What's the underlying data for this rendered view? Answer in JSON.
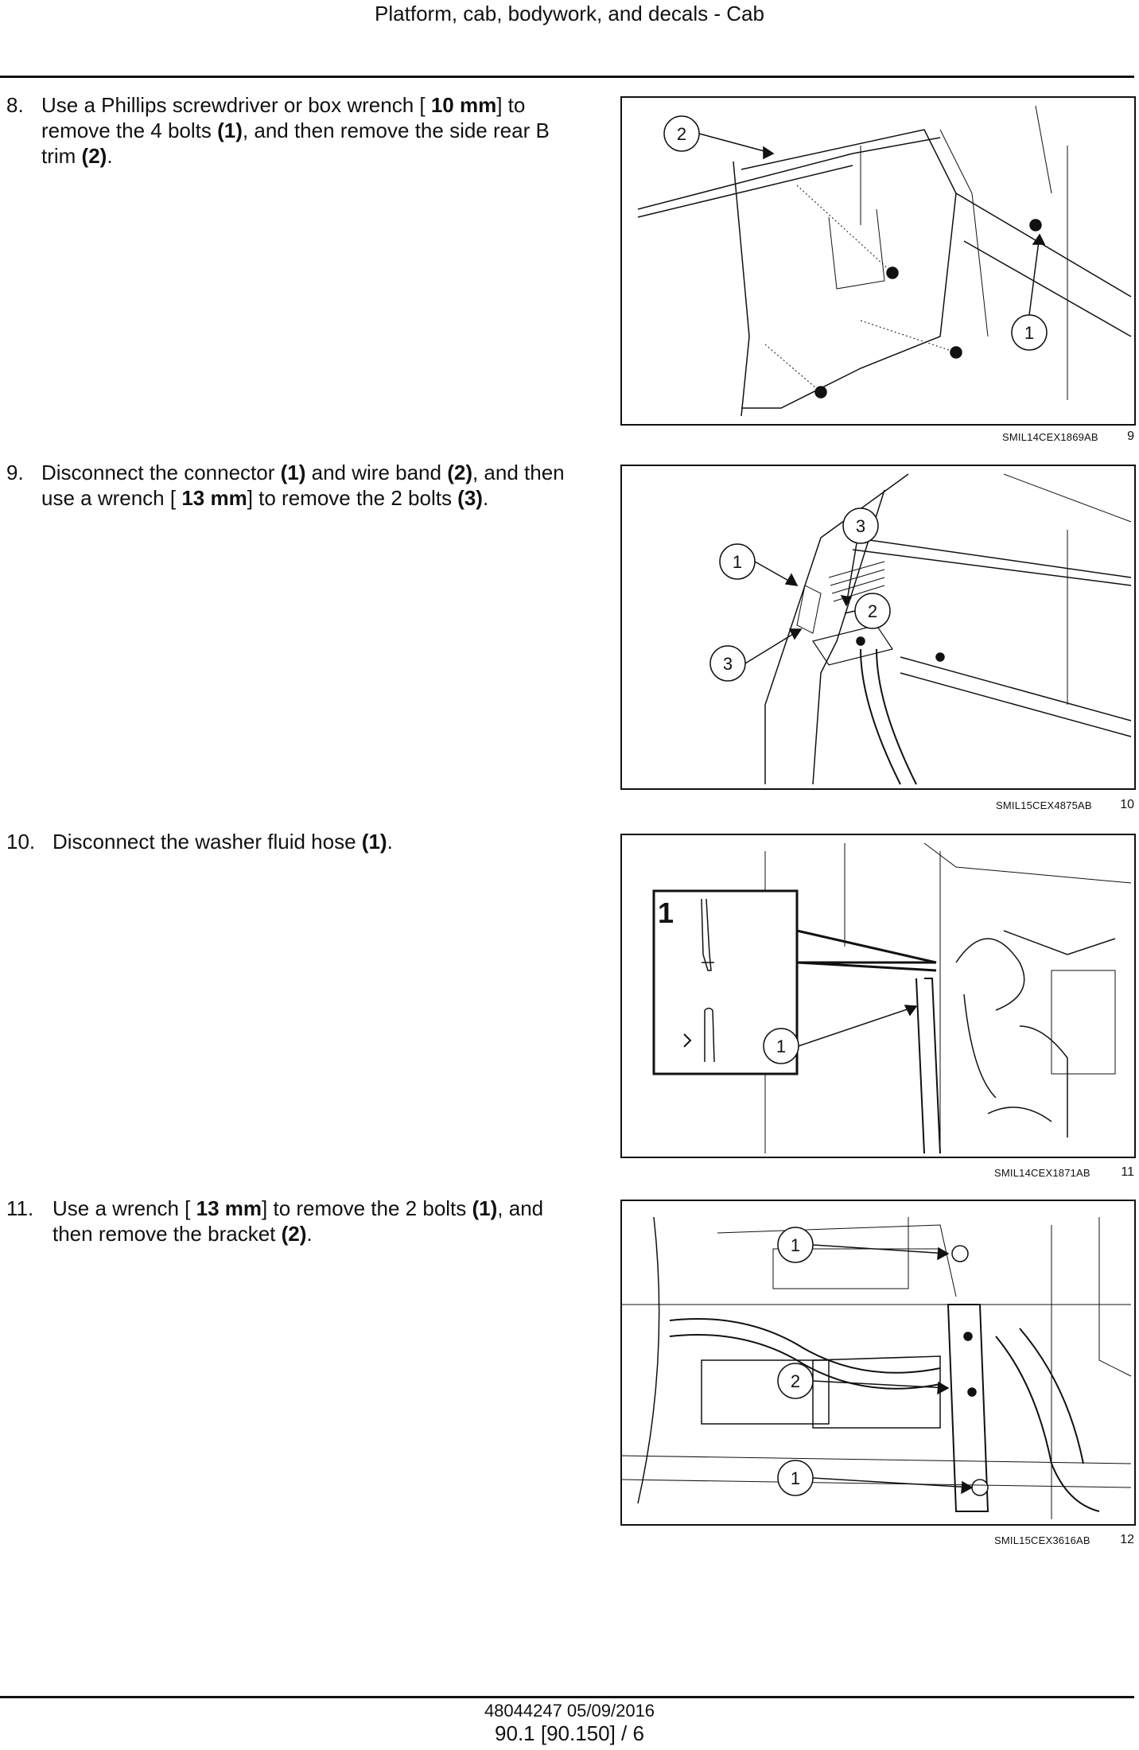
{
  "header": {
    "title": "Platform, cab, bodywork, and decals - Cab"
  },
  "steps": [
    {
      "number": "8.",
      "text": [
        {
          "t": "Use a Phillips screwdriver or box wrench [ ",
          "b": false
        },
        {
          "t": "10 mm",
          "b": true
        },
        {
          "t": "] to remove the 4 bolts ",
          "b": false
        },
        {
          "t": "(1)",
          "b": true
        },
        {
          "t": ", and then remove the side rear B trim ",
          "b": false
        },
        {
          "t": "(2)",
          "b": true
        },
        {
          "t": ".",
          "b": false
        }
      ]
    },
    {
      "number": "9.",
      "text": [
        {
          "t": "Disconnect the connector ",
          "b": false
        },
        {
          "t": "(1)",
          "b": true
        },
        {
          "t": " and wire band ",
          "b": false
        },
        {
          "t": "(2)",
          "b": true
        },
        {
          "t": ", and then use a wrench [ ",
          "b": false
        },
        {
          "t": "13 mm",
          "b": true
        },
        {
          "t": "] to remove the 2 bolts ",
          "b": false
        },
        {
          "t": "(3)",
          "b": true
        },
        {
          "t": ".",
          "b": false
        }
      ]
    },
    {
      "number": "10.",
      "text": [
        {
          "t": "Disconnect the washer fluid hose ",
          "b": false
        },
        {
          "t": "(1)",
          "b": true
        },
        {
          "t": ".",
          "b": false
        }
      ]
    },
    {
      "number": "11.",
      "text": [
        {
          "t": "Use a wrench [ ",
          "b": false
        },
        {
          "t": "13 mm",
          "b": true
        },
        {
          "t": "] to remove the 2 bolts ",
          "b": false
        },
        {
          "t": "(1)",
          "b": true
        },
        {
          "t": ", and then remove the bracket ",
          "b": false
        },
        {
          "t": "(2)",
          "b": true
        },
        {
          "t": ".",
          "b": false
        }
      ]
    }
  ],
  "figures": [
    {
      "code": "SMIL14CEX1869AB",
      "number": "9",
      "callouts": [
        "2",
        "1"
      ]
    },
    {
      "code": "SMIL15CEX4875AB",
      "number": "10",
      "callouts": [
        "1",
        "3",
        "2",
        "3"
      ]
    },
    {
      "code": "SMIL14CEX1871AB",
      "number": "11",
      "callouts": [
        "1",
        "1"
      ]
    },
    {
      "code": "SMIL15CEX3616AB",
      "number": "12",
      "callouts": [
        "1",
        "2",
        "1"
      ]
    }
  ],
  "footer": {
    "doc_id": "48044247 05/09/2016",
    "section": "90.1 [90.150] / 6"
  }
}
